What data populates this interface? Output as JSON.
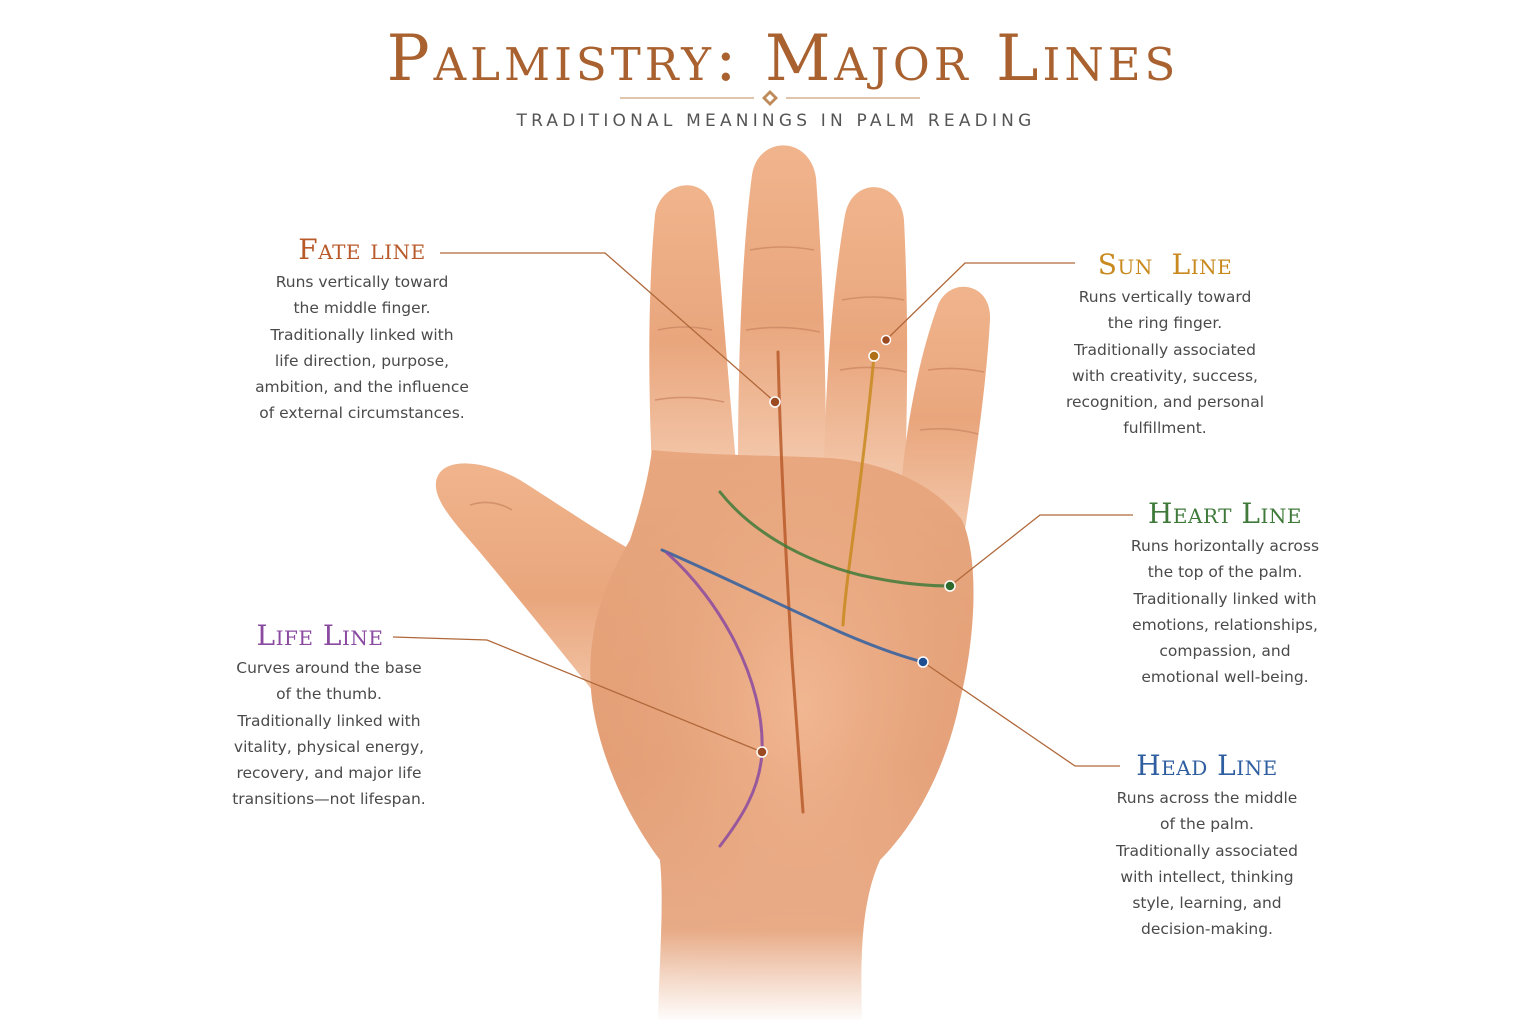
{
  "header": {
    "title": "Palmistry: Major Lines",
    "subtitle": "Traditional Meanings in Palm Reading"
  },
  "colors": {
    "title": "#a8612f",
    "fate": "#b85a2a",
    "sun": "#c88a1e",
    "heart": "#3f7a3a",
    "head": "#2f5fa0",
    "life": "#8a4aa0",
    "skin": "#e8a57d",
    "leader": "#b0683a"
  },
  "icons": {
    "ornament": "diamond-ornament-icon"
  },
  "lines": {
    "fate": {
      "title": "Fate line",
      "desc": [
        "Runs vertically toward",
        "the middle finger.",
        "Traditionally linked with",
        "life direction, purpose,",
        "ambition, and the influence",
        "of external circumstances."
      ]
    },
    "sun": {
      "title": "Sun  Line",
      "desc": [
        "Runs vertically toward",
        "the ring finger.",
        "Traditionally associated",
        "with creativity, success,",
        "recognition, and personal",
        "fulfillment."
      ]
    },
    "heart": {
      "title": "Heart Line",
      "desc": [
        "Runs horizontally across",
        "the top of the palm.",
        "Traditionally linked with",
        "emotions, relationships,",
        "compassion, and",
        "emotional well-being."
      ]
    },
    "life": {
      "title": "Life Line",
      "desc": [
        "Curves around the base",
        "of the thumb.",
        "Traditionally linked with",
        "vitality, physical energy,",
        "recovery, and major life",
        "transitions—not lifespan."
      ]
    },
    "head": {
      "title": "Head Line",
      "desc": [
        "Runs across the middle",
        "of the palm.",
        "Traditionally associated",
        "with intellect, thinking",
        "style, learning, and",
        "decision-making."
      ]
    }
  }
}
